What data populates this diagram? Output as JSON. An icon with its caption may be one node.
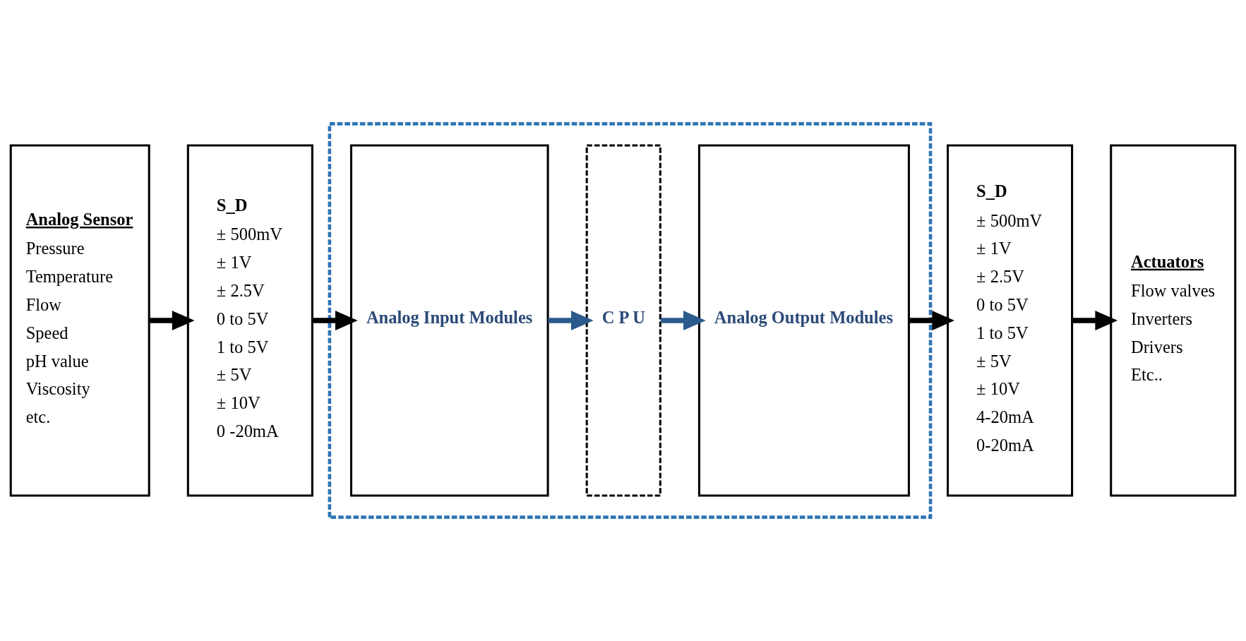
{
  "diagram": {
    "nodes": [
      {
        "text": [
          "Analog Sensor",
          "Pressure",
          "Temperature",
          "Flow",
          "Speed",
          "pH value",
          "Viscosity",
          "etc."
        ]
      },
      {
        "text": [
          "S_D",
          "± 500mV",
          "± 1V",
          "± 2.5V",
          "0 to 5V",
          "1 to 5V",
          "± 5V",
          "± 10V",
          "0 -20mA"
        ]
      },
      {
        "text": [],
        "shape": "box"
      },
      {
        "text": [
          "Analog Input Modules"
        ],
        "in": 2
      },
      {
        "text": [
          "C P U"
        ],
        "in": 2
      },
      {
        "text": [
          "Analog Output Modules"
        ],
        "in": 2
      },
      {
        "text": [
          "S_D",
          "± 500mV",
          "± 1V",
          "± 2.5V",
          "0 to 5V",
          "1 to 5V",
          "± 5V",
          "± 10V",
          "4-20mA",
          "0-20mA"
        ]
      },
      {
        "text": [
          "Actuators",
          "Flow valves",
          "Inverters",
          "Drivers",
          "Etc.."
        ]
      }
    ],
    "edges": [
      {
        "from": 0,
        "to": 1,
        "arrow": "to"
      },
      {
        "from": 1,
        "to": 3,
        "arrow": "to"
      },
      {
        "from": 3,
        "to": 4,
        "arrow": "to",
        "color": "#2b5a8c"
      },
      {
        "from": 4,
        "to": 5,
        "arrow": "to",
        "color": "#2b5a8c"
      },
      {
        "from": 5,
        "to": 6,
        "arrow": "to"
      },
      {
        "from": 6,
        "to": 7,
        "arrow": "to"
      }
    ]
  }
}
